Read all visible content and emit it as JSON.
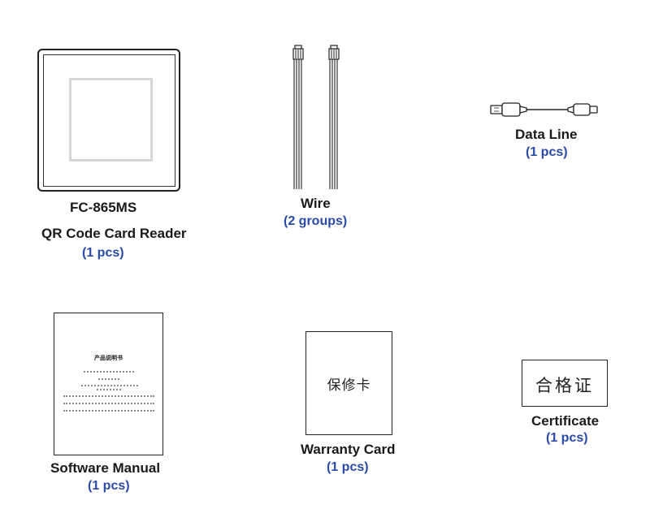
{
  "items": {
    "reader": {
      "model": "FC-865MS",
      "name": "QR Code Card Reader",
      "qty": "(1 pcs)"
    },
    "wire": {
      "name": "Wire",
      "qty": "(2 groups)"
    },
    "data_line": {
      "name": "Data Line",
      "qty": "(1 pcs)"
    },
    "manual": {
      "name": "Software Manual",
      "qty": "(1 pcs)",
      "cover_title": "产品说明书"
    },
    "warranty": {
      "name": "Warranty Card",
      "qty": "(1 pcs)",
      "cover_text": "保修卡"
    },
    "certificate": {
      "name": "Certificate",
      "qty": "(1 pcs)",
      "cover_text": "合格证"
    }
  },
  "colors": {
    "label": "#1a1a1a",
    "quantity": "#2a4aa8",
    "outline": "#222222",
    "reader_window": "#d6d6d6"
  },
  "icons": [
    "qr-reader-device",
    "wire-bundle",
    "usb-cable",
    "manual-booklet",
    "warranty-card",
    "certificate-card"
  ]
}
